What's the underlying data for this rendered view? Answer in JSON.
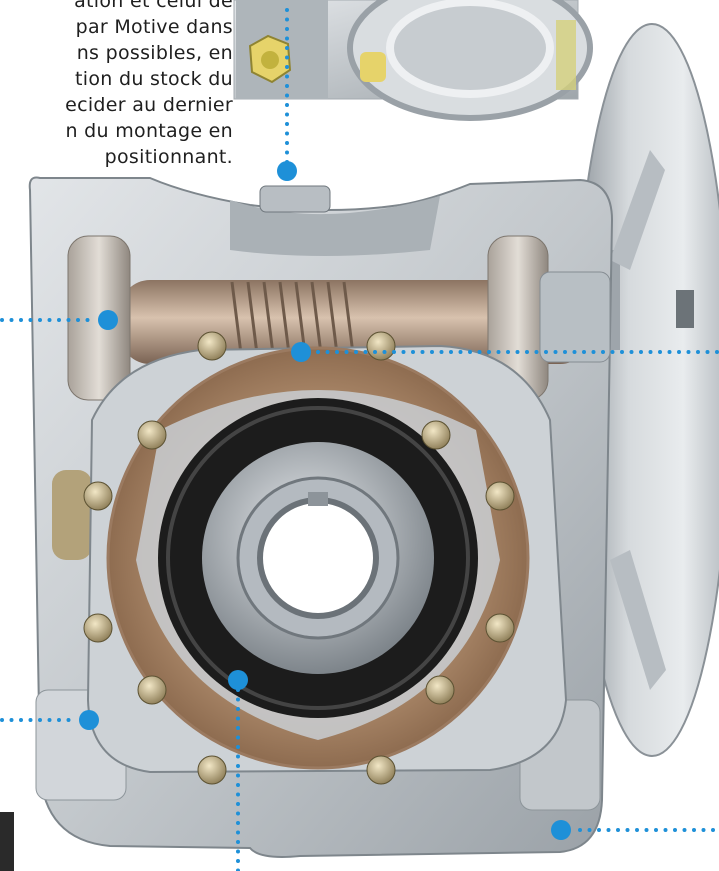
{
  "description_text": {
    "lines": [
      "ation et celui de",
      "par Motive dans",
      "ns possibles, en",
      "tion du stock du",
      "ecider au dernier",
      "n du montage en",
      "positionnant."
    ]
  },
  "colors": {
    "accent": "#1e90d8",
    "housing": "#c9ced2",
    "bronze": "#b58a68",
    "seal": "#1c1c1c",
    "text": "#1f1f1f"
  },
  "icons": {
    "connector_dot": "circle",
    "product": "worm-gear-reducer"
  }
}
